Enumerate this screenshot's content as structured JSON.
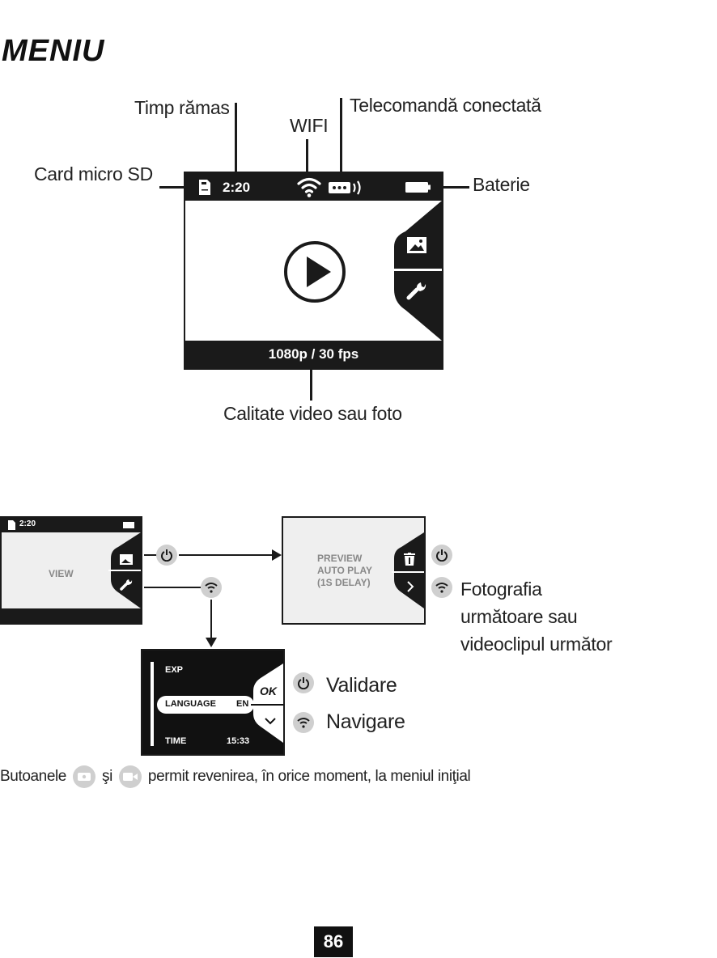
{
  "page": {
    "title": "MENIU",
    "page_number": "86"
  },
  "main_screen": {
    "time_remaining": "2:20",
    "quality": "1080p / 30 fps"
  },
  "callouts": {
    "timp_ramas": "Timp rămas",
    "wifi": "WIFI",
    "telecomanda": "Telecomandă conectată",
    "card_sd": "Card micro SD",
    "baterie": "Baterie",
    "calitate": "Calitate video sau foto"
  },
  "screen_view": {
    "time": "2:20",
    "label": "VIEW"
  },
  "screen_preview": {
    "line1": "PREVIEW",
    "line2": "AUTO PLAY",
    "line3": "(1S DELAY)"
  },
  "screen_settings": {
    "item1": "EXP",
    "item2": "LANGUAGE",
    "item2_value": "EN",
    "item3": "TIME",
    "item3_value": "15:33",
    "ok_label": "OK"
  },
  "legend": {
    "fotografia": [
      "Fotografia",
      "următoare sau",
      "videoclipul următor"
    ],
    "validare": "Validare",
    "navigare": "Navigare"
  },
  "footer": {
    "part1": "Butoanele",
    "part2": "şi",
    "part3": "permit revenirea, în orice moment, la meniul iniţial"
  },
  "colors": {
    "ink": "#1a1a1a",
    "icon_bg": "#cfcfcf",
    "screen_bg": "#efefef"
  }
}
